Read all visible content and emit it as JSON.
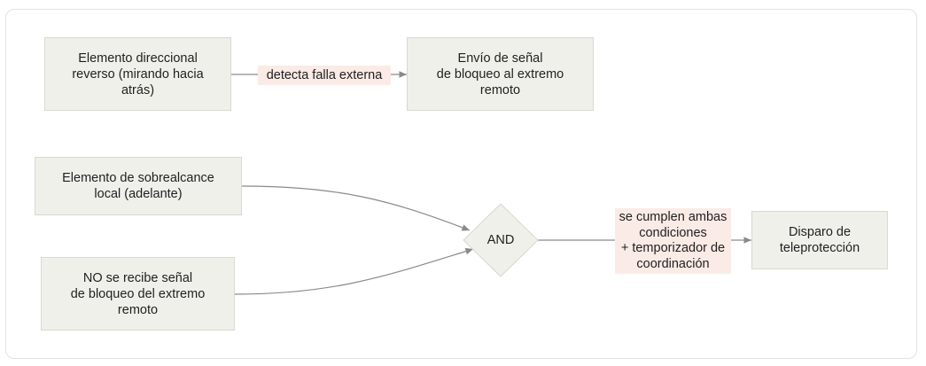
{
  "nodes": {
    "reverse": "Elemento direccional\nreverso (mirando hacia\natrás)",
    "send_block": "Envío de señal\nde bloqueo al extremo\nremoto",
    "overreach": "Elemento de sobrealcance\nlocal (adelante)",
    "no_block": "NO se recibe señal\nde bloqueo del extremo\nremoto",
    "and_gate": "AND",
    "trip": "Disparo de\nteleprotección"
  },
  "edges": {
    "detects": "detecta falla externa",
    "conditions": "se cumplen ambas\ncondiciones\n+ temporizador de\ncoordinación"
  },
  "colors": {
    "node_fill": "#f0f0eb",
    "label_fill": "#fbebe6",
    "edge": "#8a8a8a"
  }
}
